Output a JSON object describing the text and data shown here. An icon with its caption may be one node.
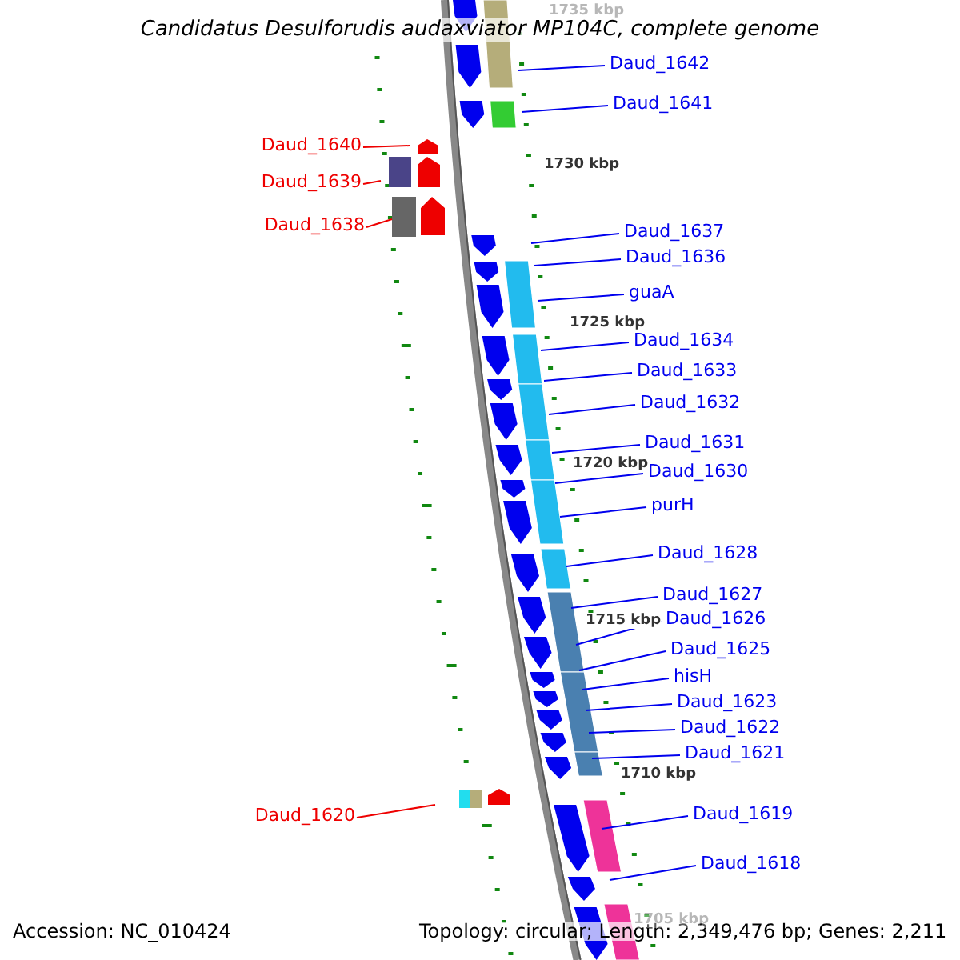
{
  "diagram": {
    "title": "Candidatus Desulforudis audaxviator MP104C, complete genome",
    "nodes": [
      {
        "text": [
          "Daud_1642"
        ]
      },
      {
        "text": [
          "Daud_1641"
        ]
      },
      {
        "text": [
          "Daud_1640"
        ]
      },
      {
        "text": [
          "Daud_1639"
        ]
      },
      {
        "text": [
          "Daud_1638"
        ]
      },
      {
        "text": [
          "Daud_1637"
        ]
      },
      {
        "text": [
          "Daud_1636"
        ]
      },
      {
        "text": [
          "guaA"
        ]
      },
      {
        "text": [
          "Daud_1634"
        ]
      },
      {
        "text": [
          "Daud_1633"
        ]
      },
      {
        "text": [
          "Daud_1632"
        ]
      },
      {
        "text": [
          "Daud_1631"
        ]
      },
      {
        "text": [
          "Daud_1630"
        ]
      },
      {
        "text": [
          "purH"
        ]
      },
      {
        "text": [
          "Daud_1628"
        ]
      },
      {
        "text": [
          "Daud_1627"
        ]
      },
      {
        "text": [
          "Daud_1626"
        ]
      },
      {
        "text": [
          "Daud_1625"
        ]
      },
      {
        "text": [
          "hisH"
        ]
      },
      {
        "text": [
          "Daud_1623"
        ]
      },
      {
        "text": [
          "Daud_1622"
        ]
      },
      {
        "text": [
          "Daud_1621"
        ]
      },
      {
        "text": [
          "Daud_1620"
        ]
      },
      {
        "text": [
          "Daud_1619"
        ]
      },
      {
        "text": [
          "Daud_1618"
        ]
      }
    ],
    "edges": [
      {
        "from": 0,
        "to": null,
        "arrow": "none"
      },
      {
        "from": 1,
        "to": null,
        "arrow": "none"
      },
      {
        "from": 2,
        "to": null,
        "arrow": "none",
        "color": "#ee0000"
      },
      {
        "from": 3,
        "to": null,
        "arrow": "none",
        "color": "#ee0000"
      },
      {
        "from": 4,
        "to": null,
        "arrow": "none",
        "color": "#ee0000"
      },
      {
        "from": 5,
        "to": null,
        "arrow": "none"
      },
      {
        "from": 6,
        "to": null,
        "arrow": "none"
      },
      {
        "from": 7,
        "to": null,
        "arrow": "none"
      },
      {
        "from": 8,
        "to": null,
        "arrow": "none"
      },
      {
        "from": 9,
        "to": null,
        "arrow": "none"
      },
      {
        "from": 10,
        "to": null,
        "arrow": "none"
      },
      {
        "from": 11,
        "to": null,
        "arrow": "none"
      },
      {
        "from": 12,
        "to": null,
        "arrow": "none"
      },
      {
        "from": 13,
        "to": null,
        "arrow": "none"
      },
      {
        "from": 14,
        "to": null,
        "arrow": "none"
      },
      {
        "from": 15,
        "to": null,
        "arrow": "none"
      },
      {
        "from": 16,
        "to": null,
        "arrow": "none"
      },
      {
        "from": 17,
        "to": null,
        "arrow": "none"
      },
      {
        "from": 18,
        "to": null,
        "arrow": "none"
      },
      {
        "from": 19,
        "to": null,
        "arrow": "none"
      },
      {
        "from": 20,
        "to": null,
        "arrow": "none"
      },
      {
        "from": 21,
        "to": null,
        "arrow": "none"
      },
      {
        "from": 22,
        "to": null,
        "arrow": "none",
        "color": "#ee0000"
      },
      {
        "from": 23,
        "to": null,
        "arrow": "none"
      },
      {
        "from": 24,
        "to": null,
        "arrow": "none"
      }
    ],
    "labels": [
      "1735 kbp",
      "1730 kbp",
      "1725 kbp",
      "1720 kbp",
      "1715 kbp",
      "1710 kbp",
      "1705 kbp",
      "Accession: NC_010424",
      "Topology: circular; Length: 2,349,476 bp; Genes: 2,211"
    ]
  }
}
